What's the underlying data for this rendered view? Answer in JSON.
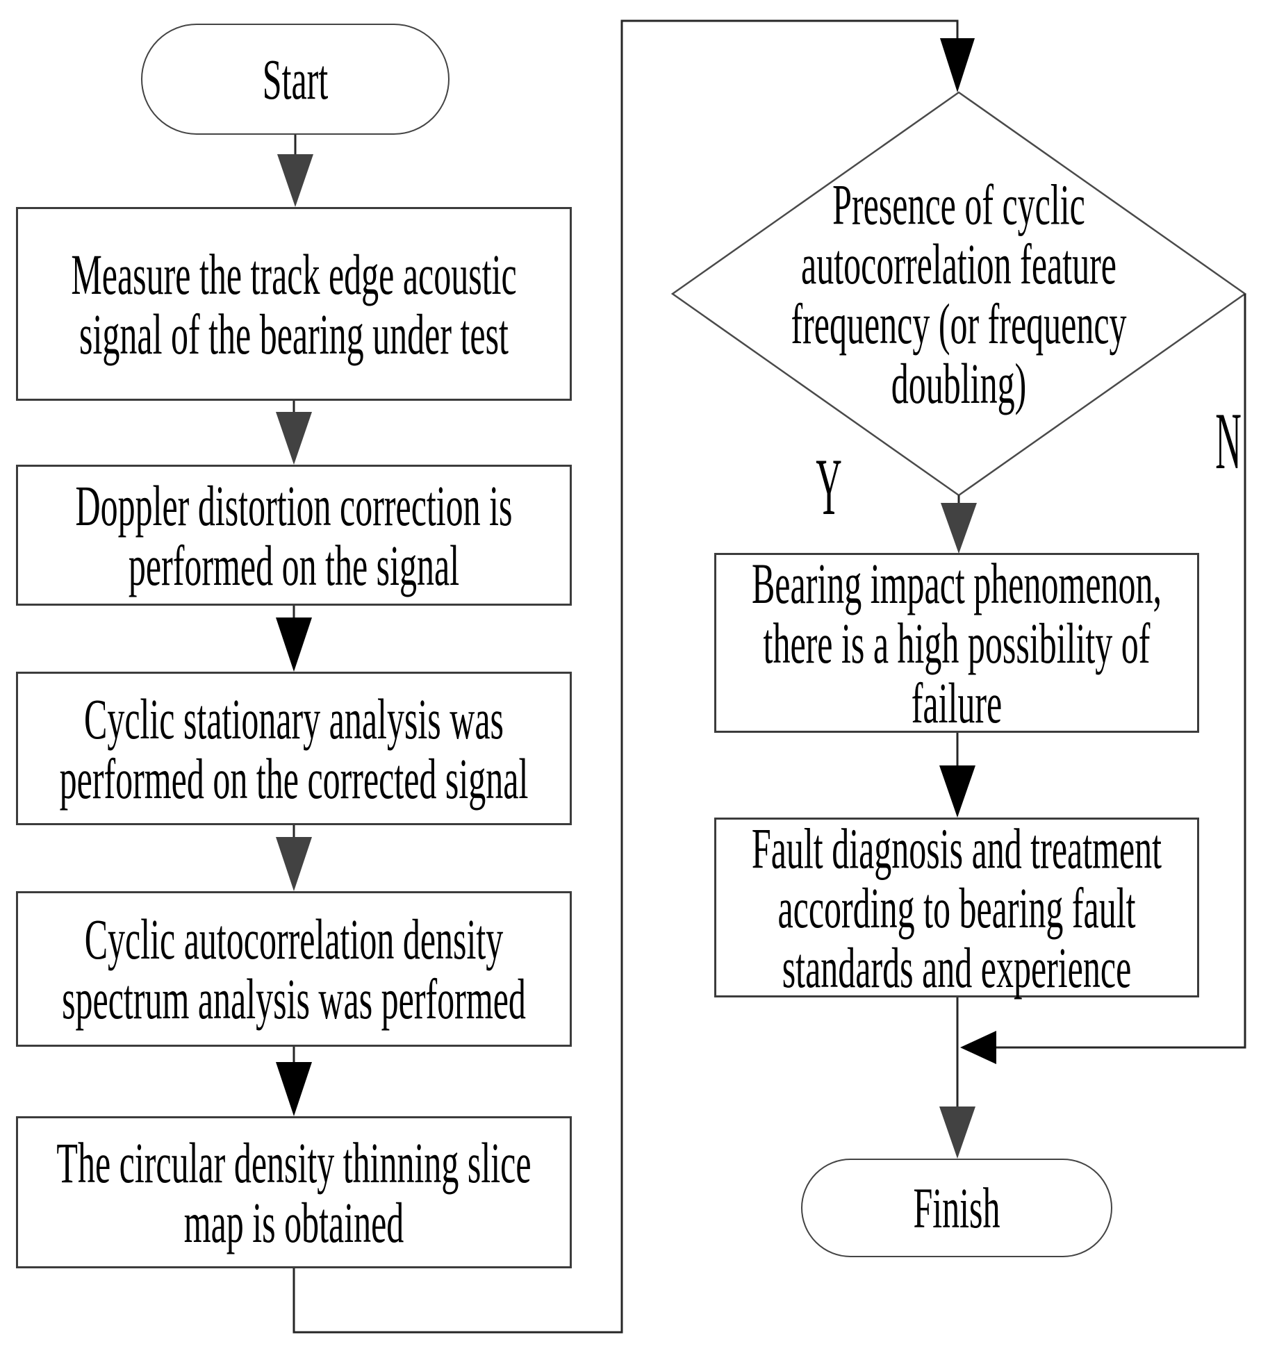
{
  "flowchart": {
    "background_color": "#ffffff",
    "box_border_color": "#3c3c3c",
    "diamond_border_color": "#4a4a4a",
    "line_color": "#262626",
    "arrow_black_color": "#000000",
    "arrow_gray_color": "#424242",
    "text_color": "#000000",
    "nodes": {
      "start": {
        "type": "terminator",
        "label": "Start"
      },
      "measure": {
        "type": "process",
        "lines": [
          "Measure the track edge acoustic",
          "signal of the bearing under test"
        ]
      },
      "doppler": {
        "type": "process",
        "lines": [
          "Doppler distortion correction is",
          "performed on the signal"
        ]
      },
      "stationary": {
        "type": "process",
        "lines": [
          "Cyclic stationary analysis was",
          "performed on the corrected signal"
        ]
      },
      "autocorrelation": {
        "type": "process",
        "lines": [
          "Cyclic autocorrelation density",
          "spectrum analysis was performed"
        ]
      },
      "slice_map": {
        "type": "process",
        "lines": [
          "The circular density thinning slice",
          "map is obtained"
        ]
      },
      "decision": {
        "type": "decision",
        "lines": [
          "Presence of cyclic",
          "autocorrelation feature",
          "frequency (or frequency",
          "doubling)"
        ]
      },
      "impact": {
        "type": "process",
        "lines": [
          "Bearing impact phenomenon,",
          "there is a high possibility of",
          "failure"
        ]
      },
      "diagnosis": {
        "type": "process",
        "lines": [
          "Fault diagnosis and treatment",
          "according to bearing fault",
          "standards and experience"
        ]
      },
      "finish": {
        "type": "terminator",
        "label": "Finish"
      }
    },
    "branch_labels": {
      "yes": "Y",
      "no": "N"
    }
  }
}
